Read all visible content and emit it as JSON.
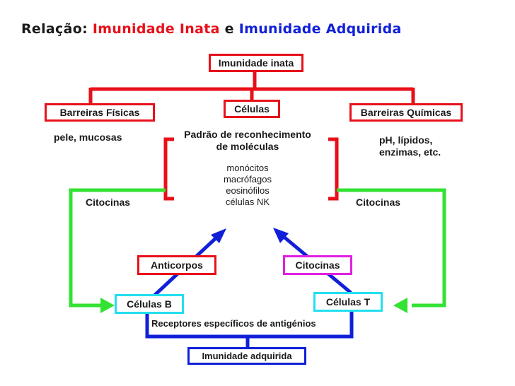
{
  "title": {
    "prefix": "Relação:",
    "innate": "Imunidade Inata",
    "connector": "e",
    "acquired": "Imunidade Adquirida"
  },
  "colors": {
    "red": "#e8101a",
    "green": "#33e233",
    "blue": "#1020d8",
    "cyan": "#22dff0",
    "magenta": "#e020e0"
  },
  "diagram": {
    "innate_box": "Imunidade inata",
    "physical_barriers_box": "Barreiras Físicas",
    "physical_barriers_examples": "pele, mucosas",
    "cells_box": "Células",
    "recognition_line1": "Padrão de reconhecimento",
    "recognition_line2": "de moléculas",
    "cell_types": [
      "monócitos",
      "macrófagos",
      "eosinófilos",
      "células NK"
    ],
    "chemical_barriers_box": "Barreiras Químicas",
    "chemical_line1": "pH, lípidos,",
    "chemical_line2": "enzimas, etc.",
    "cytokines_left": "Citocinas",
    "cytokines_right": "Citocinas",
    "antibodies_box": "Anticorpos",
    "cytokines_box": "Citocinas",
    "b_cells_box": "Células B",
    "t_cells_box": "Células T",
    "receptors_label": "Receptores específicos de antigénios",
    "acquired_box": "Imunidade adquirida"
  }
}
